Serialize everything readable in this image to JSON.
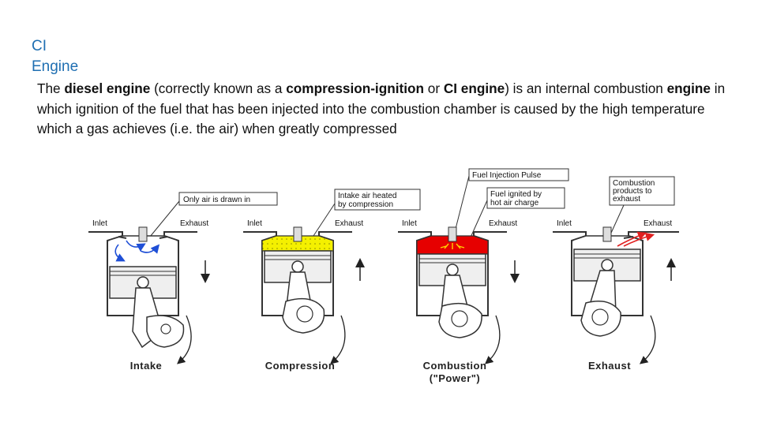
{
  "slide": {
    "title_line1": "CI",
    "title_line2": "Engine",
    "para": {
      "t1": "The ",
      "b1": "diesel engine",
      "t2": " (correctly known as a ",
      "b2": "compression-ignition",
      "t3": " or ",
      "b3": "CI engine",
      "t4": ") is an internal combustion ",
      "b4": "engine",
      "t5": " in which ignition of the fuel that has been injected into the combustion chamber  is caused by the high temperature which a gas achieves (i.e. the air) when greatly compressed"
    }
  },
  "diagram": {
    "callouts": {
      "only_air": "Only air is drawn in",
      "intake_heated_1": "Intake air heated",
      "intake_heated_2": "by compression",
      "fuel_pulse": "Fuel Injection Pulse",
      "fuel_ignited_1": "Fuel ignited by",
      "fuel_ignited_2": "hot air charge",
      "products_1": "Combustion",
      "products_2": "products to",
      "products_3": "exhaust"
    },
    "ports": {
      "inlet": "Inlet",
      "exhaust": "Exhaust"
    },
    "stages": [
      {
        "name": "Intake",
        "name2": "",
        "chamber_color": "#ffffff"
      },
      {
        "name": "Compression",
        "name2": "",
        "chamber_color": "#f4f000"
      },
      {
        "name": "Combustion",
        "name2": "(\"Power\")",
        "chamber_color": "#e60000"
      },
      {
        "name": "Exhaust",
        "name2": "",
        "chamber_color": "#ffffff"
      }
    ]
  }
}
